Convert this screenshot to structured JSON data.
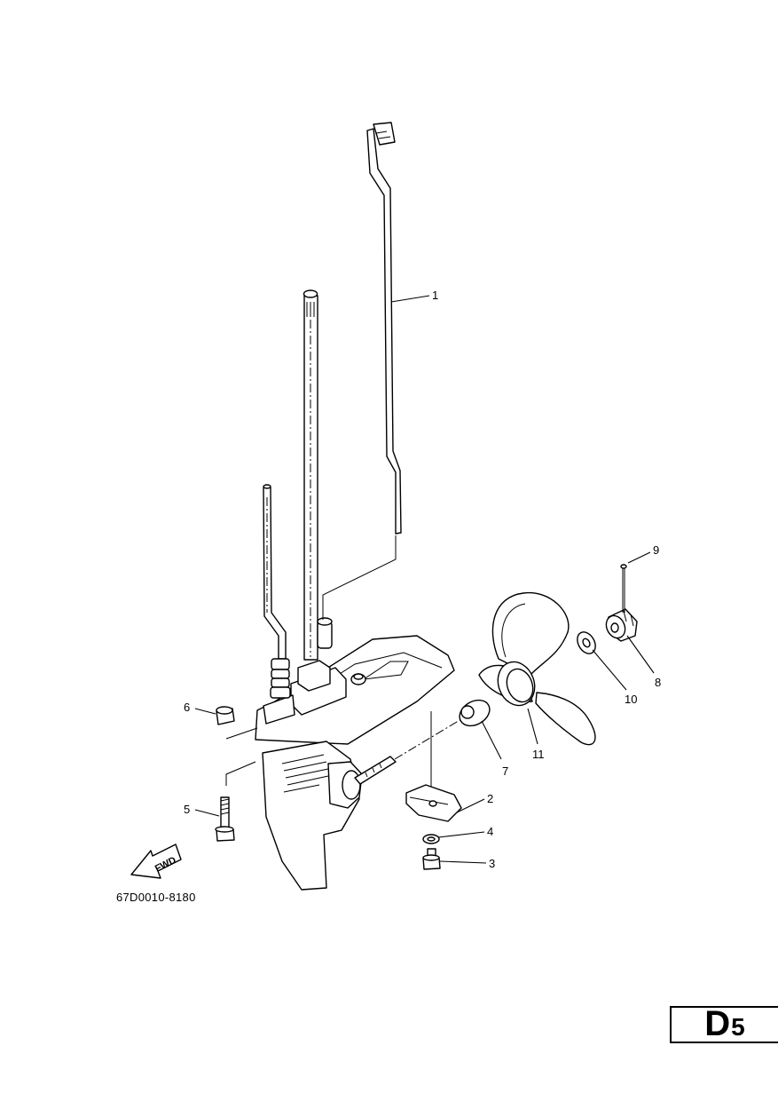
{
  "callouts": {
    "c1": "1",
    "c2": "2",
    "c3": "3",
    "c4": "4",
    "c5": "5",
    "c6": "6",
    "c7": "7",
    "c8": "8",
    "c9": "9",
    "c10": "10",
    "c11": "11"
  },
  "fwd_label": "FWD",
  "reference_code": "67D0010-8180",
  "page_code": {
    "letter": "D",
    "number": "5"
  }
}
